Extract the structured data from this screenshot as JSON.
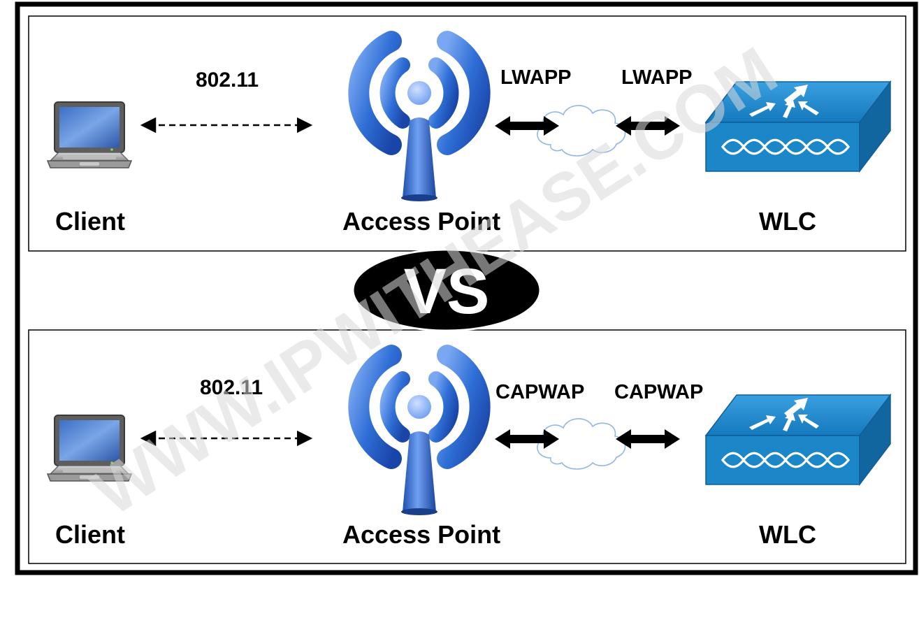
{
  "watermark": "WWW.IPWITHEASE.COM",
  "separator": {
    "label": "VS"
  },
  "top_panel": {
    "client_label": "Client",
    "client_link_label": "802.11",
    "ap_label": "Access Point",
    "ap_side_protocol": "LWAPP",
    "wlc_side_protocol": "LWAPP",
    "wlc_label": "WLC"
  },
  "bottom_panel": {
    "client_label": "Client",
    "client_link_label": "802.11",
    "ap_label": "Access Point",
    "ap_side_protocol": "CAPWAP",
    "wlc_side_protocol": "CAPWAP",
    "wlc_label": "WLC"
  },
  "icons": {
    "client": "laptop-icon",
    "access_point": "wireless-access-point-icon",
    "network": "cloud-icon",
    "controller": "wireless-lan-controller-icon"
  },
  "colors": {
    "frame": "#000000",
    "ap_blue": "#2f6fd6",
    "wlc_blue": "#1a7fc3",
    "cloud_outline": "#8fb6e8"
  }
}
